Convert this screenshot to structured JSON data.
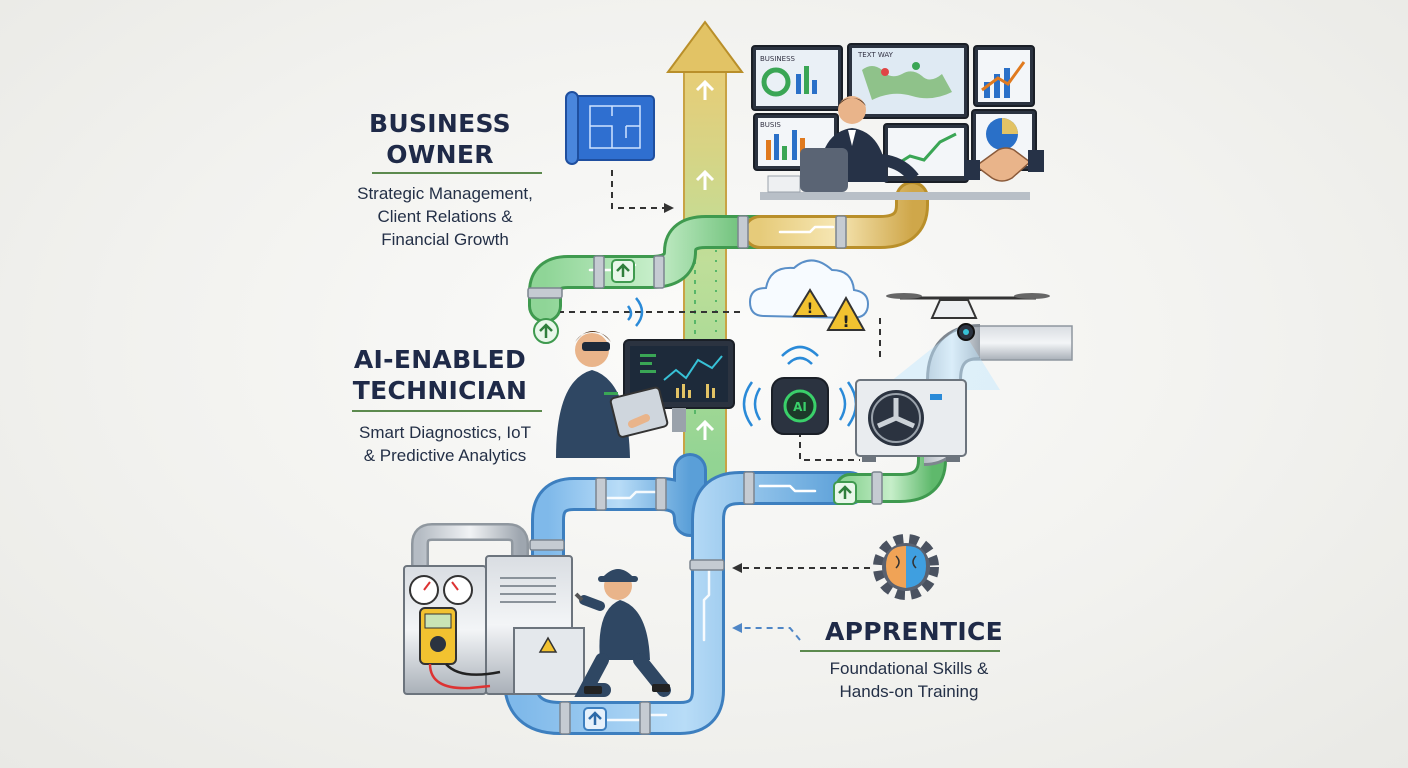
{
  "roles": {
    "business_owner": {
      "title_line1": "BUSINESS",
      "title_line2": "OWNER",
      "desc_line1": "Strategic Management,",
      "desc_line2": "Client Relations &",
      "desc_line3": "Financial Growth"
    },
    "technician": {
      "title_line1": "AI-ENABLED",
      "title_line2": "TECHNICIAN",
      "desc_line1": "Smart Diagnostics, IoT",
      "desc_line2": "& Predictive Analytics"
    },
    "apprentice": {
      "title": "APPRENTICE",
      "desc_line1": "Foundational Skills &",
      "desc_line2": "Hands-on Training"
    }
  },
  "dashboard_labels": {
    "panel_a": "BUSINESS",
    "panel_b": "TEXT WAY",
    "panel_c": "BUSIS"
  },
  "chip_label": "AI",
  "colors": {
    "pipe_blue": "#5aa0dc",
    "pipe_green": "#6cc47a",
    "pipe_gold": "#d9b75a",
    "title_navy": "#1f2a48",
    "warning": "#f2c230"
  }
}
